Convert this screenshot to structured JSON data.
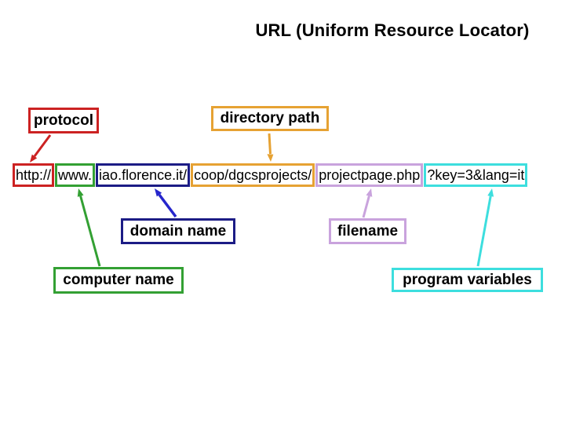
{
  "title": "URL (Uniform Resource Locator)",
  "url": {
    "full": "http://www.iao.florence.it/coop/dgcsprojects/projectpage.php?key=3&lang=it",
    "segments": [
      {
        "text": "http://",
        "part": "protocol",
        "color": "#cc2222"
      },
      {
        "text": "www.",
        "part": "computer name",
        "color": "#33a033"
      },
      {
        "text": "iao.florence.it/",
        "part": "domain name",
        "color": "#1c1c85"
      },
      {
        "text": "coop/dgcsprojects/",
        "part": "directory path",
        "color": "#e6a233"
      },
      {
        "text": "projectpage.php",
        "part": "filename",
        "color": "#c9a3dd"
      },
      {
        "text": "?key=3&lang=it",
        "part": "program variables",
        "color": "#3ddede"
      }
    ]
  },
  "labels": {
    "protocol": {
      "text": "protocol",
      "color": "#cc2222"
    },
    "directory_path": {
      "text": "directory path",
      "color": "#e6a233"
    },
    "domain_name": {
      "text": "domain name",
      "color": "#1c1c85"
    },
    "filename": {
      "text": "filename",
      "color": "#c9a3dd"
    },
    "computer_name": {
      "text": "computer name",
      "color": "#33a033"
    },
    "program_variables": {
      "text": "program variables",
      "color": "#3ddede"
    }
  },
  "colors": {
    "background": "#ffffff",
    "text": "#000000",
    "red": "#cc2222",
    "orange": "#e6a233",
    "green": "#33a033",
    "navy": "#1c1c85",
    "blue_arrow": "#2626cc",
    "lavender": "#c9a3dd",
    "cyan": "#3ddede"
  }
}
